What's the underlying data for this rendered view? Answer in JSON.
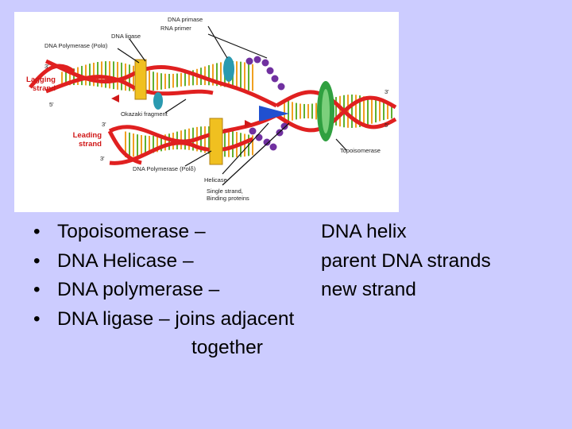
{
  "figure": {
    "labels": {
      "dna_primase": "DNA primase",
      "rna_primer": "RNA primer",
      "dna_ligase": "DNA ligase",
      "polymerase_alpha": "DNA Polymerase (Polα)",
      "lagging_strand": "Lagging strand",
      "okazaki": "Okazaki fragment",
      "leading_strand": "Leading strand",
      "polymerase_delta": "DNA Polymerase (Polδ)",
      "helicase": "Helicase",
      "ssb": "Single strand, Binding proteins",
      "topoisomerase": "Topoisomerase",
      "three_prime": "3'",
      "five_prime": "5'"
    },
    "colors": {
      "red_strand": "#e02020",
      "helix_rungs": "#f0a020",
      "green_rungs": "#60b030",
      "topo": "#30a040",
      "primase": "#2a9ab0",
      "ssb": "#7030a0",
      "polymerase": "#f0c020",
      "helicase": "#2050d0"
    }
  },
  "bullets": [
    {
      "text": "Topoisomerase –",
      "right": "DNA helix"
    },
    {
      "text": "DNA Helicase –",
      "right": "parent DNA strands"
    },
    {
      "text": "DNA polymerase –",
      "right": "new strand"
    },
    {
      "text": "DNA ligase – joins adjacent",
      "right": ""
    }
  ],
  "continuation": "together",
  "bullet_glyph": "•"
}
